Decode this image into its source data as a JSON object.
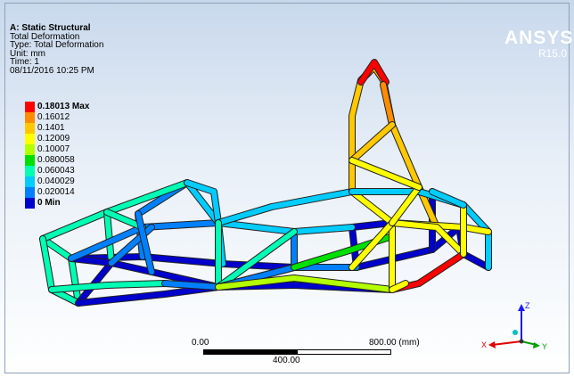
{
  "result": {
    "title": "A: Static Structural",
    "name": "Total Deformation",
    "type": "Type: Total Deformation",
    "unit": "Unit: mm",
    "time": "Time: 1",
    "datetime": "08/11/2016 10:25 PM"
  },
  "logo": {
    "brand": "ANSYS",
    "version": "R15.0"
  },
  "legend": [
    {
      "label": "0.18013 Max",
      "color": "#ff0000",
      "bold": true
    },
    {
      "label": "0.16012",
      "color": "#ff8c00",
      "bold": false
    },
    {
      "label": "0.1401",
      "color": "#ffc800",
      "bold": false
    },
    {
      "label": "0.12009",
      "color": "#ffff00",
      "bold": false
    },
    {
      "label": "0.10007",
      "color": "#b4ff00",
      "bold": false
    },
    {
      "label": "0.080058",
      "color": "#00e000",
      "bold": false
    },
    {
      "label": "0.060043",
      "color": "#00ffb4",
      "bold": false
    },
    {
      "label": "0.040029",
      "color": "#00ccff",
      "bold": false
    },
    {
      "label": "0.020014",
      "color": "#0080ff",
      "bold": false
    },
    {
      "label": "0 Min",
      "color": "#0000cc",
      "bold": true
    }
  ],
  "scale_bar": {
    "left": "0.00",
    "middle": "400.00",
    "right": "800.00 (mm)"
  },
  "triad": {
    "x": "X",
    "y": "Y",
    "z": "Z"
  }
}
